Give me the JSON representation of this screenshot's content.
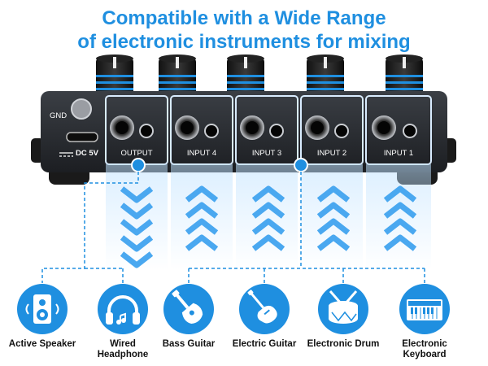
{
  "headline": {
    "line1": "Compatible with a Wide Range",
    "line2": "of electronic instruments for mixing"
  },
  "panel": {
    "gnd": "GND",
    "dc": "DC 5V",
    "ports": [
      "OUTPUT",
      "INPUT 4",
      "INPUT 3",
      "INPUT 2",
      "INPUT 1"
    ]
  },
  "devices": [
    {
      "label": "Active Speaker",
      "icon": "speaker-icon"
    },
    {
      "label": "Wired Headphone",
      "icon": "headphone-icon"
    },
    {
      "label": "Bass Guitar",
      "icon": "bass-guitar-icon"
    },
    {
      "label": "Electric Guitar",
      "icon": "electric-guitar-icon"
    },
    {
      "label": "Electronic Drum",
      "icon": "drum-icon"
    },
    {
      "label": "Electronic Keyboard",
      "icon": "keyboard-icon"
    }
  ],
  "colors": {
    "accent": "#1f8fe0",
    "panel": "#2a2d32",
    "text": "#111111"
  }
}
